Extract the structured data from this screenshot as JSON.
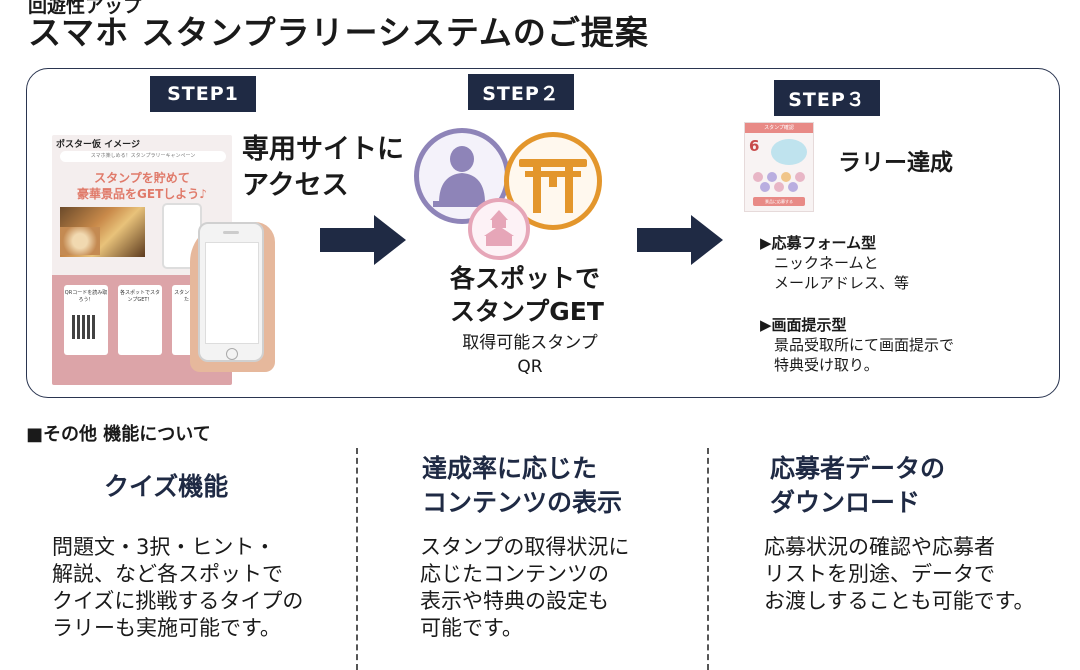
{
  "header": {
    "kicker": "回遊性アップ",
    "title": "スマホ スタンプラリーシステムのご提案"
  },
  "steps": [
    {
      "badge": "STEP1",
      "label_lines": [
        "専用サイトに",
        "アクセス"
      ],
      "poster": {
        "head": "ポスター仮 イメージ",
        "sub": "スマホ楽しめる！スタンプラリーキャンペーン",
        "catch1": "スタンプを貯めて",
        "catch2": "豪華景品をGETしよう♪",
        "card1": "QRコードを読み取ろう！",
        "card2": "各スポットでスタンプGET！",
        "card3": "スタンプが貯まったら応募"
      }
    },
    {
      "badge": "STEP２",
      "label_lines": [
        "各スポットで",
        "スタンプGET"
      ],
      "caption_lines": [
        "取得可能スタンプ",
        "QR"
      ]
    },
    {
      "badge": "STEP３",
      "label": "ラリー達成",
      "tablet": {
        "top": "スタンプ確認",
        "num": "6",
        "bottom": "景品に応募する"
      },
      "items": [
        {
          "title": "▶応募フォーム型",
          "lines": [
            "ニックネームと",
            "メールアドレス、等"
          ]
        },
        {
          "title": "▶画面提示型",
          "lines": [
            "景品受取所にて画面提示で",
            "特典受け取り。"
          ]
        }
      ]
    }
  ],
  "other_section": {
    "heading": "■その他 機能について",
    "columns": [
      {
        "head_lines": [
          "クイズ機能"
        ],
        "body_lines": [
          "問題文・3択・ヒント・",
          "解説、など各スポットで",
          "クイズに挑戦するタイプの",
          "ラリーも実施可能です。"
        ]
      },
      {
        "head_lines": [
          "達成率に応じた",
          "コンテンツの表示"
        ],
        "body_lines": [
          "スタンプの取得状況に",
          "応じたコンテンツの",
          "表示や特典の設定も",
          "可能です。"
        ]
      },
      {
        "head_lines": [
          "応募者データの",
          "ダウンロード"
        ],
        "body_lines": [
          "応募状況の確認や応募者",
          "リストを別途、データで",
          "お渡しすることも可能です。"
        ]
      }
    ]
  },
  "colors": {
    "navy": "#1f2a44",
    "stamp_purple": "#8e84b8",
    "stamp_orange": "#e3962c",
    "stamp_pink": "#e6a6b8",
    "poster_pink": "#dca4a8"
  },
  "icons": [
    "arrow-right-icon",
    "arrow-right-icon",
    "buddha-stamp-icon",
    "torii-stamp-icon",
    "castle-stamp-icon"
  ]
}
